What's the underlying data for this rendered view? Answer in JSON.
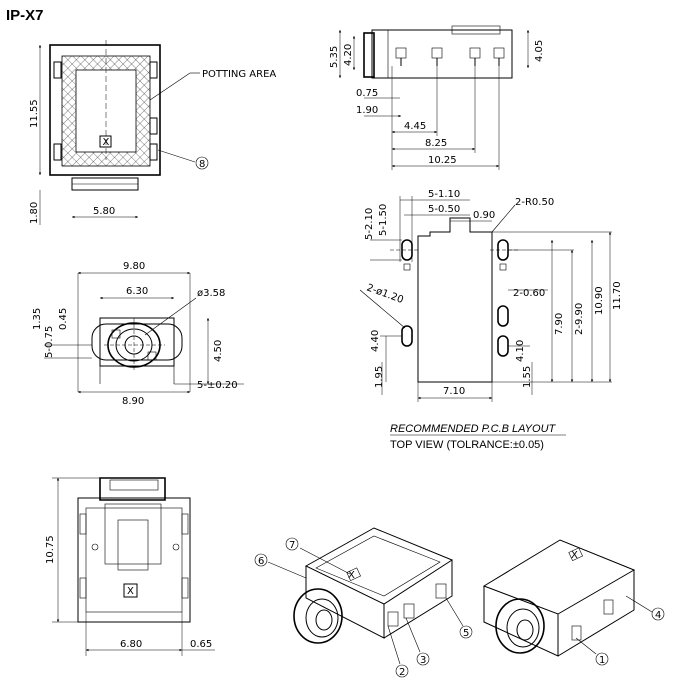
{
  "title": "IP-X7",
  "top_left": {
    "dims": {
      "height": "11.55",
      "base_height": "1.80",
      "width": "5.80"
    },
    "callouts": {
      "potting": "POTTING AREA",
      "item8": "8"
    },
    "mark": "X"
  },
  "top_right": {
    "dims": [
      "5.35",
      "4.20",
      "4.05",
      "0.75",
      "1.90",
      "4.45",
      "8.25",
      "10.25"
    ]
  },
  "front_view": {
    "dims": [
      "9.80",
      "6.30",
      "ø3.58",
      "1.35",
      "5-0.75",
      "0.45",
      "4.50",
      "5-±0.20",
      "8.90"
    ]
  },
  "pcb_layout": {
    "dims": [
      "5-1.10",
      "5-0.50",
      "0.90",
      "2-R0.50",
      "5-2.10",
      "5-1.50",
      "2-ø1.20",
      "2-0.60",
      "7.90",
      "2-9.90",
      "10.90",
      "11.70",
      "4.40",
      "4.10",
      "1.95",
      "1.55",
      "7.10"
    ],
    "caption_line1": "RECOMMENDED  P.C.B  LAYOUT",
    "caption_line2": "TOP  VIEW  (TOLRANCE:±0.05)"
  },
  "bottom_left": {
    "dims": {
      "height": "10.75",
      "width": "6.80",
      "offset": "0.65"
    },
    "mark": "X"
  },
  "iso_views": {
    "callouts": [
      "7",
      "6",
      "5",
      "2",
      "3",
      "4",
      "1"
    ],
    "mark": "X"
  }
}
